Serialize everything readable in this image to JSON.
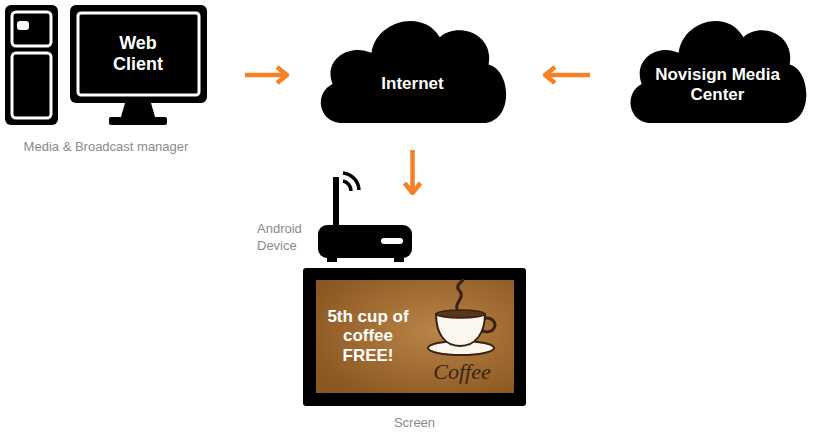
{
  "diagram": {
    "nodes": [
      {
        "text": [
          "Web Client",
          "Media & Broadcast manager"
        ]
      },
      {
        "text": [
          "Internet"
        ]
      },
      {
        "text": [
          "Novisign Media Center"
        ]
      },
      {
        "text": [
          "Android Device"
        ]
      },
      {
        "text": [
          "5th cup of coffee FREE!",
          "Coffee",
          "Screen"
        ]
      }
    ],
    "edges": [
      {
        "from": 0,
        "to": 1,
        "arrow": "to"
      },
      {
        "from": 2,
        "to": 1,
        "arrow": "to"
      },
      {
        "from": 1,
        "to": 3,
        "arrow": "to"
      }
    ]
  }
}
